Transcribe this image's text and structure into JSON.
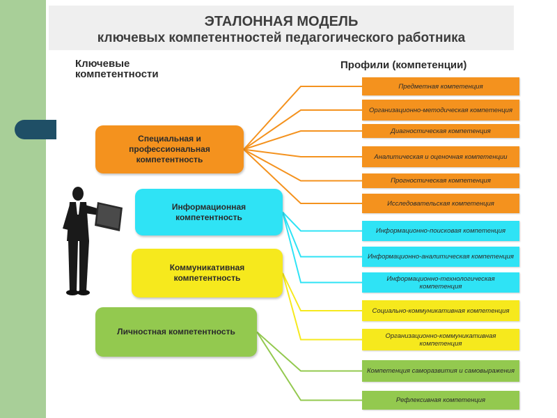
{
  "title": {
    "line1": "ЭТАЛОННАЯ МОДЕЛЬ",
    "line2": "ключевых компетентностей педагогического работника"
  },
  "columns": {
    "left_header": "Ключевые компетентности",
    "right_header": "Профили (компетенции)"
  },
  "categories": [
    {
      "id": "special",
      "label": "Специальная и профессиональная компетентность",
      "color": "#f4921e"
    },
    {
      "id": "info",
      "label": "Информационная компетентность",
      "color": "#2fe3f5"
    },
    {
      "id": "comm",
      "label": "Коммуникативная компетентность",
      "color": "#f6e91d"
    },
    {
      "id": "personal",
      "label": "Личностная компетентность",
      "color": "#93c94f"
    }
  ],
  "profiles": [
    {
      "label": "Предметная компетенция",
      "category": "special"
    },
    {
      "label": "Организационно-методическая компетенция",
      "category": "special"
    },
    {
      "label": "Диагностическая компетенция",
      "category": "special"
    },
    {
      "label": "Аналитическая и оценочная компетенции",
      "category": "special"
    },
    {
      "label": "Прогностическая компетенция",
      "category": "special"
    },
    {
      "label": "Исследовательская компетенция",
      "category": "special"
    },
    {
      "label": "Информационно-поисковая компетенция",
      "category": "info"
    },
    {
      "label": "Информационно-аналитическая компетенция",
      "category": "info"
    },
    {
      "label": "Информационно-технологическая компетенция",
      "category": "info"
    },
    {
      "label": "Социально-коммуникативная компетенция",
      "category": "comm"
    },
    {
      "label": "Организационно-коммуникативная компетенция",
      "category": "comm"
    },
    {
      "label": "Компетенция саморазвития и самовыражения",
      "category": "personal"
    },
    {
      "label": "Рефлексивная компетенция",
      "category": "personal"
    }
  ]
}
